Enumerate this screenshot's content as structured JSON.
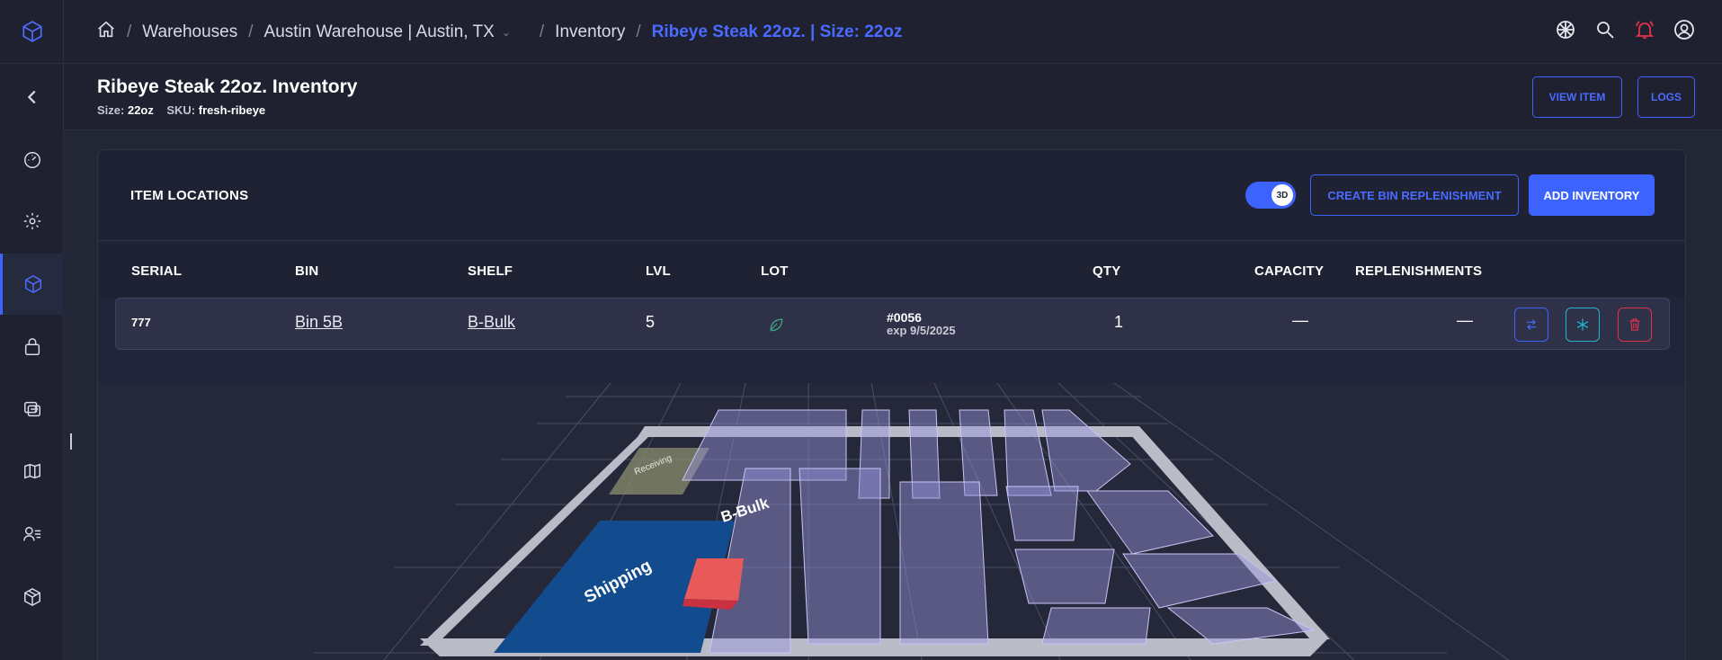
{
  "breadcrumbs": {
    "items": [
      "Warehouses",
      "Austin Warehouse | Austin, TX",
      "Inventory"
    ],
    "current": "Ribeye Steak 22oz. | Size: 22oz"
  },
  "sidebar": {
    "items": [
      "back-icon",
      "dashboard-icon",
      "settings-icon",
      "inventory-icon",
      "orders-icon",
      "transfers-icon",
      "map-icon",
      "users-icon",
      "products-icon"
    ],
    "active": "inventory-icon"
  },
  "header": {
    "title": "Ribeye Steak 22oz. Inventory",
    "size_label": "Size:",
    "size_value": "22oz",
    "sku_label": "SKU:",
    "sku_value": "fresh-ribeye",
    "view_item": "VIEW ITEM",
    "logs": "LOGS"
  },
  "card": {
    "title": "ITEM LOCATIONS",
    "toggle_label": "3D",
    "toggle_on": true,
    "create_bin": "CREATE BIN REPLENISHMENT",
    "add_inventory": "ADD INVENTORY"
  },
  "table": {
    "columns": [
      "SERIAL",
      "BIN",
      "SHELF",
      "LVL",
      "LOT",
      "QTY",
      "CAPACITY",
      "REPLENISHMENTS"
    ],
    "rows": [
      {
        "serial": "777",
        "bin": "Bin 5B",
        "shelf": "B-Bulk",
        "lvl": "5",
        "lot_number": "#0056",
        "lot_exp": "exp 9/5/2025",
        "qty": "1",
        "capacity": "—",
        "replenishments": "—"
      }
    ]
  },
  "map": {
    "zones": {
      "receiving": "Receiving",
      "shipping": "Shipping",
      "shelf": "B-Bulk"
    }
  },
  "colors": {
    "accent": "#3d63ff",
    "danger": "#e0334a",
    "teal": "#1fb8cf",
    "shipping": "#134c8e",
    "highlight_bin": "#e85a5a",
    "rack": "#9a94e0"
  }
}
